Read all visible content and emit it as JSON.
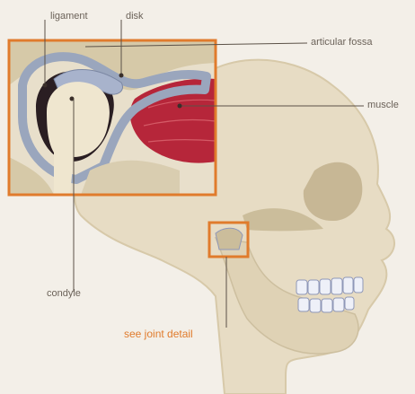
{
  "labels": {
    "ligament": "ligament",
    "disk": "disk",
    "articular_fossa": "articular fossa",
    "muscle": "muscle",
    "condyle": "condyle",
    "detail": "see joint detail"
  },
  "colors": {
    "background": "#f3efe8",
    "bone": "#e7dcc4",
    "bone_shadow": "#c9bb9a",
    "muscle": "#b6263a",
    "ligament": "#9aa6bd",
    "accent_orange": "#e07b2c",
    "leader_line": "#5b5147"
  }
}
